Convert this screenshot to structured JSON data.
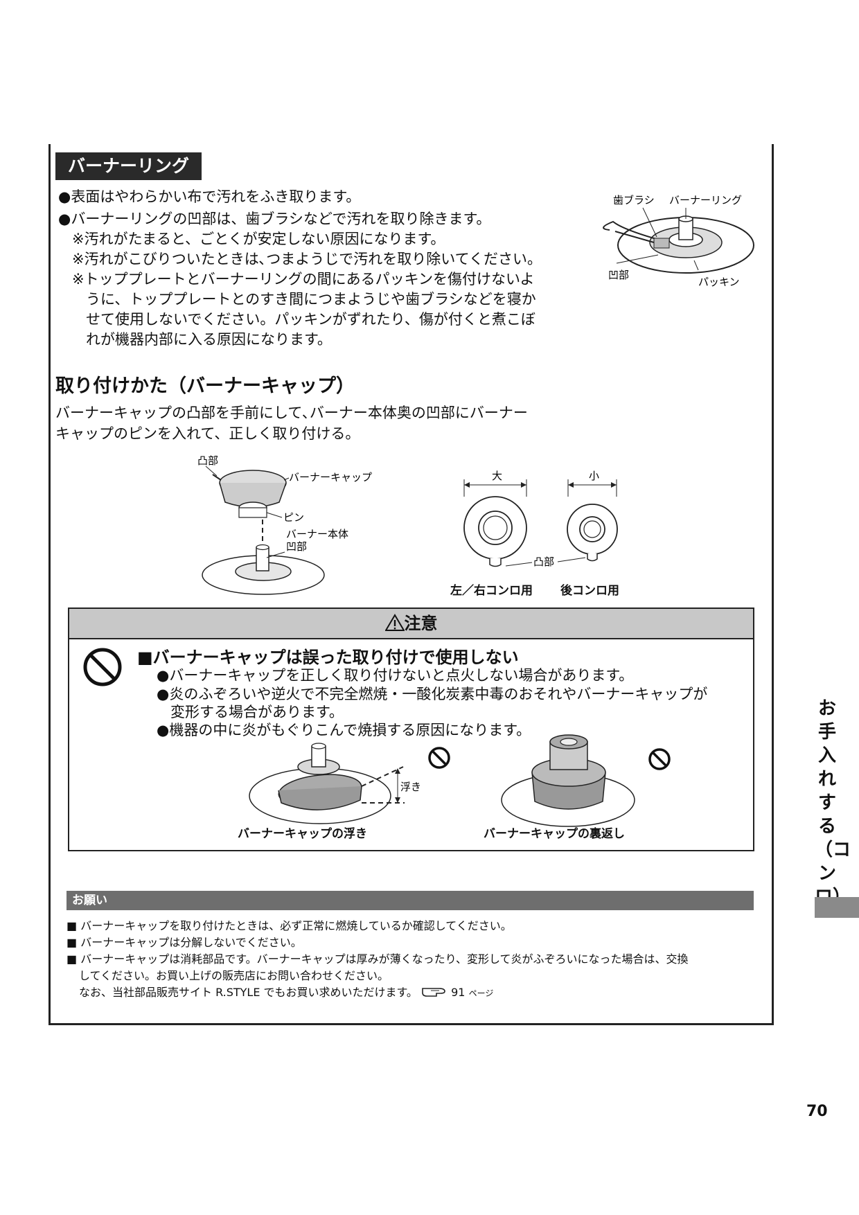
{
  "burner_ring": {
    "title": "バーナーリング",
    "lines": [
      "●表面はやわらかい布で汚れをふき取ります。",
      "●バーナーリングの凹部は、歯ブラシなどで汚れを取り除きます。",
      "※汚れがたまると、ごとくが安定しない原因になります。",
      "※汚れがこびりついたときは､つまようじで汚れを取り除いてください。",
      "※トッププレートとバーナーリングの間にあるパッキンを傷付けないよ",
      "うに、トッププレートとのすき間につまようじや歯ブラシなどを寝か",
      "せて使用しないでください。パッキンがずれたり、傷が付くと煮こぼ",
      "れが機器内部に入る原因になります。"
    ],
    "fig_labels": {
      "toothbrush": "歯ブラシ",
      "ring": "バーナーリング",
      "recess": "凹部",
      "packing": "パッキン"
    }
  },
  "install": {
    "title": "取り付けかた（バーナーキャップ）",
    "lines": [
      "バーナーキャップの凸部を手前にして､バーナー本体奥の凹部にバーナー",
      "キャップのピンを入れて、正しく取り付ける。"
    ],
    "fig_labels": {
      "protrusion": "凸部",
      "cap": "バーナーキャップ",
      "pin": "ピン",
      "body_1": "バーナー本体",
      "body_2": "凹部",
      "large": "大",
      "small": "小",
      "protrusion2": "凸部",
      "left_right": "左／右コンロ用",
      "rear": "後コンロ用"
    }
  },
  "caution": {
    "header": "注意",
    "heading": "■バーナーキャップは誤った取り付けで使用しない",
    "items": [
      "●バーナーキャップを正しく取り付けないと点火しない場合があります。",
      "●炎のふぞろいや逆火で不完全燃焼・一酸化炭素中毒のおそれやバーナーキャップが",
      "変形する場合があります。",
      "●機器の中に炎がもぐりこんで焼損する原因になります。"
    ],
    "float_label": "浮き",
    "caption_float": "バーナーキャップの浮き",
    "caption_flip": "バーナーキャップの裏返し"
  },
  "request": {
    "header": "お願い",
    "items": [
      "■ バーナーキャップを取り付けたときは、必ず正常に燃焼しているか確認してください。",
      "■ バーナーキャップは分解しないでください。",
      "■ バーナーキャップは消耗部品です。バーナーキャップは厚みが薄くなったり、変形して炎がふぞろいになった場合は、交換",
      "してください。お買い上げの販売店にお問い合わせください。",
      "なお、当社部品販売サイト R.STYLE でもお買い求めいただけます。"
    ],
    "ref_page": "91",
    "ref_suffix": "ページ"
  },
  "side_tab": "お手入れする（コンロ）",
  "page_number": "70"
}
